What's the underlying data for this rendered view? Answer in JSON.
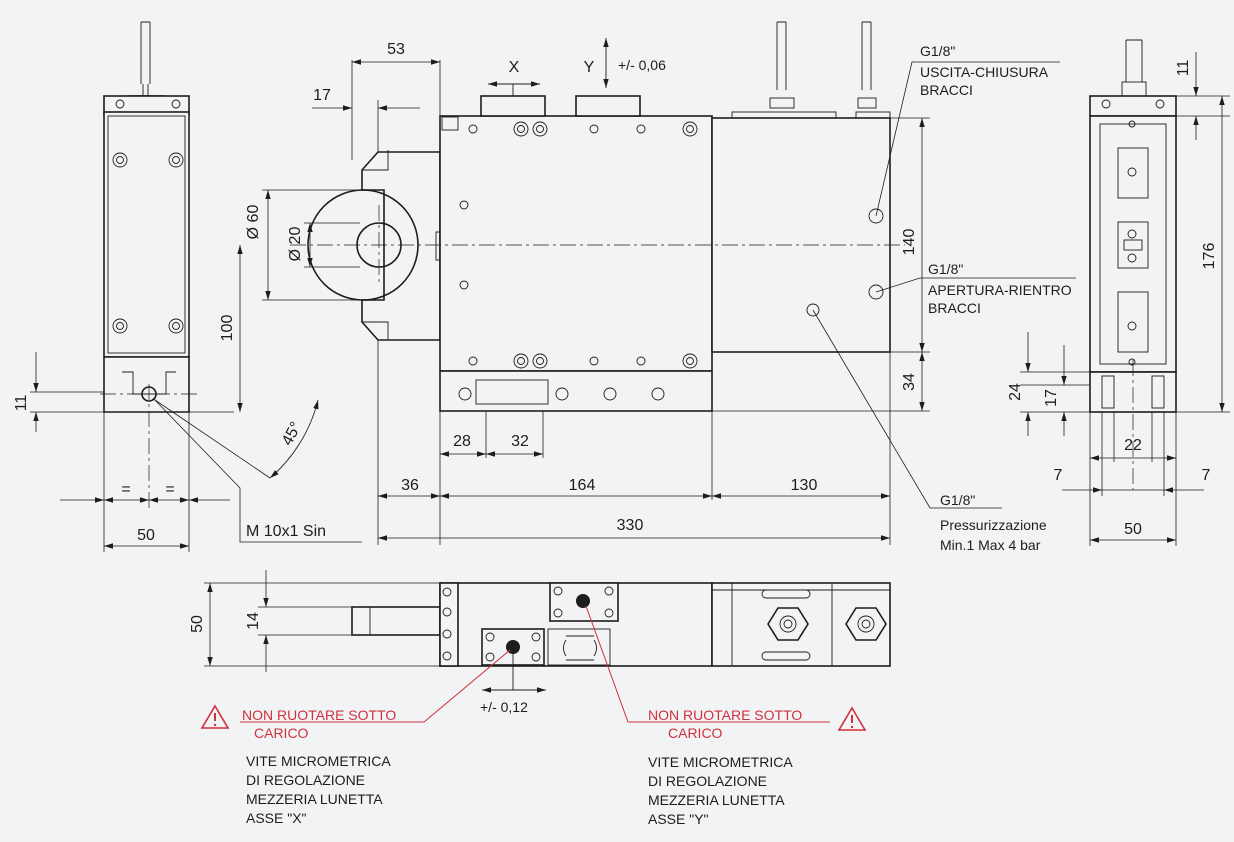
{
  "dimensions": {
    "d53": "53",
    "d17": "17",
    "phi60": "Ø 60",
    "phi20": "Ø 20",
    "d100": "100",
    "d11_left": "11",
    "eq1": "=",
    "eq2": "=",
    "d50_left": "50",
    "angle45": "45°",
    "thread": "M 10x1 Sin",
    "d28": "28",
    "d32": "32",
    "d36": "36",
    "d164": "164",
    "d130": "130",
    "d330": "330",
    "d140": "140",
    "d34": "34",
    "d11_right": "11",
    "d176": "176",
    "d24": "24",
    "d17_right": "17",
    "d22": "22",
    "d7a": "7",
    "d7b": "7",
    "d50_right": "50",
    "d50_bottom": "50",
    "d14": "14"
  },
  "axes": {
    "x_label": "X",
    "y_label": "Y",
    "y_travel": "+/- 0,06",
    "x_travel": "+/- 0,12"
  },
  "ports": {
    "uscita": {
      "thread": "G1/8\"",
      "line1": "USCITA-CHIUSURA",
      "line2": "BRACCI"
    },
    "apertura": {
      "thread": "G1/8\"",
      "line1": "APERTURA-RIENTRO",
      "line2": "BRACCI"
    },
    "pressure": {
      "thread": "G1/8\"",
      "line1": "Pressurizzazione",
      "line2": "Min.1 Max 4 bar"
    }
  },
  "warnings": {
    "left": {
      "line1": "NON RUOTARE SOTTO",
      "line2": "CARICO"
    },
    "right": {
      "line1": "NON RUOTARE SOTTO",
      "line2": "CARICO"
    }
  },
  "notes": {
    "left": [
      "VITE MICROMETRICA",
      "DI REGOLAZIONE",
      "MEZZERIA LUNETTA",
      "ASSE \"X\""
    ],
    "right": [
      "VITE MICROMETRICA",
      "DI REGOLAZIONE",
      "MEZZERIA LUNETTA",
      "ASSE \"Y\""
    ]
  },
  "colors": {
    "background": "#f2f3f5",
    "line": "#1d1d1b",
    "warning": "#d0313d"
  }
}
